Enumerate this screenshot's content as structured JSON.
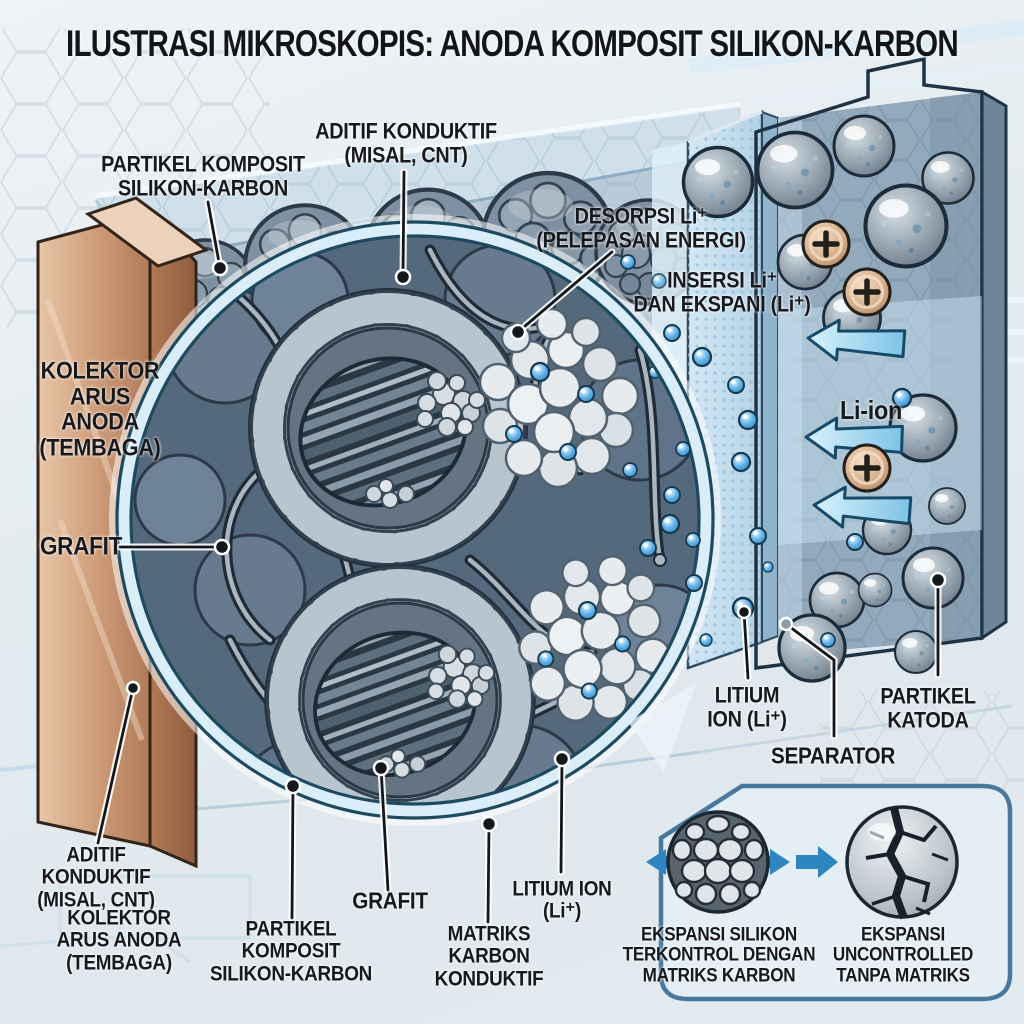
{
  "title": "ILUSTRASI MIKROSKOPIS: ANODA KOMPOSIT SILIKON-KARBON",
  "labels": {
    "partikel_komposit_top": "PARTIKEL KOMPOSIT\nSILIKON-KARBON",
    "aditif_konduktif_top": "ADITIF KONDUKTIF\n(MISAL, CNT)",
    "desorpsi": "DESORPSI Li⁺\n(PELEPASAN ENERGI)",
    "insersi": "INSERSI Li⁺\nDAN EKSPANI (Li⁺)",
    "kolektor_arus_anoda_left": "KOLEKTOR\nARUS\nANODA\n(TEMBAGA)",
    "grafit_left": "GRAFIT",
    "li_ion": "Li-ion",
    "litium_ion_right": "LITIUM\nION (Li⁺)",
    "separator": "SEPARATOR",
    "partikel_katoda": "PARTIKEL\nKATODA",
    "aditif_konduktif_bottom": "ADITIF\nKONDUKTIF\n(MISAL, CNT)",
    "kolektor_arus_anoda_bottom": "KOLEKTOR\nARUS ANODA\n(TEMBAGA)",
    "partikel_komposit_bottom": "PARTIKEL\nKOMPOSIT\nSILIKON-KARBON",
    "grafit_bottom": "GRAFIT",
    "matriks_karbon": "MATRIKS\nKARBON\nKONDUKTIF",
    "litium_ion_bottom": "LITIUM ION\n(Li⁺)"
  },
  "inset": {
    "controlled": "EKSPANSI SILIKON\nTERKONTROL DENGAN\nMATRIKS KARBON",
    "uncontrolled": "EKSPANSI\nUNCONTROLLED\nTANPA MATRIKS"
  },
  "colors": {
    "ink": "#17191c",
    "copper": "#c08a68",
    "li_ion_blue": "#3f97d6",
    "arrow_blue": "#2e86c1",
    "rim_blue": "#d9eef8",
    "background": "#e6edf1"
  }
}
